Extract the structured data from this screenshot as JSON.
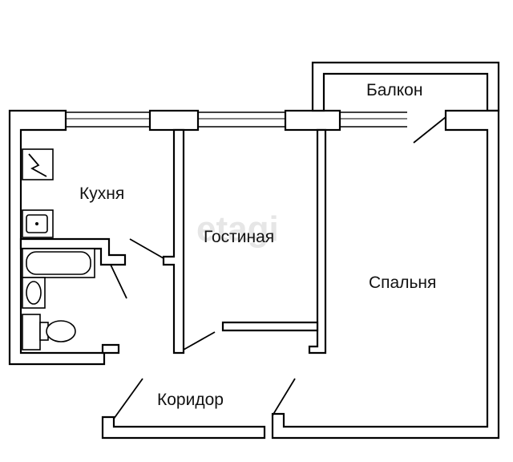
{
  "plan": {
    "rooms": {
      "balcony": "Балкон",
      "kitchen": "Кухня",
      "living_room": "Гостиная",
      "bedroom": "Спальня",
      "corridor": "Коридор"
    },
    "watermark": "etagi"
  }
}
